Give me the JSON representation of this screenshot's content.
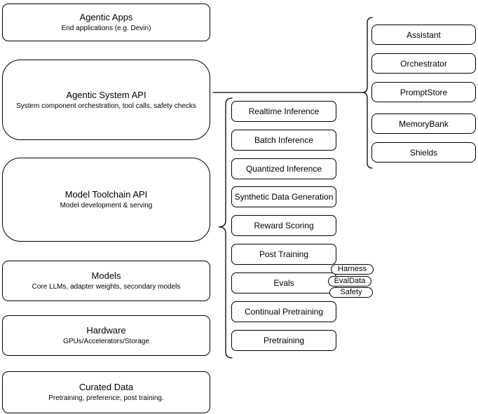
{
  "colors": {
    "stroke": "#000000",
    "fill": "#ffffff",
    "text": "#000000"
  },
  "stack": {
    "boxes": [
      {
        "title": "Agentic Apps",
        "subtitle": "End applications (e.g. Devin)"
      },
      {
        "title": "Agentic System API",
        "subtitle": "System component orchestration, tool calls, safety checks"
      },
      {
        "title": "Model Toolchain API",
        "subtitle": "Model development & serving"
      },
      {
        "title": "Models",
        "subtitle": "Core LLMs, adapter weights, secondary models"
      },
      {
        "title": "Hardware",
        "subtitle": "GPUs/Accelerators/Storage"
      },
      {
        "title": "Curated Data",
        "subtitle": "Pretraining, preference, post training."
      }
    ]
  },
  "toolchain": {
    "items": [
      {
        "label": "Realtime Inference"
      },
      {
        "label": "Batch Inference"
      },
      {
        "label": "Quantized Inference"
      },
      {
        "label": "Synthetic Data Generation"
      },
      {
        "label": "Reward Scoring"
      },
      {
        "label": "Post Training"
      },
      {
        "label": "Evals"
      },
      {
        "label": "Continual Pretraining"
      },
      {
        "label": "Pretraining"
      }
    ]
  },
  "evals_tags": {
    "items": [
      {
        "label": "Harness"
      },
      {
        "label": "EvalData"
      },
      {
        "label": "Safety"
      }
    ]
  },
  "system_components": {
    "items": [
      {
        "label": "Assistant"
      },
      {
        "label": "Orchestrator"
      },
      {
        "label": "PromptStore"
      },
      {
        "label": "MemoryBank"
      },
      {
        "label": "Shields"
      }
    ]
  }
}
